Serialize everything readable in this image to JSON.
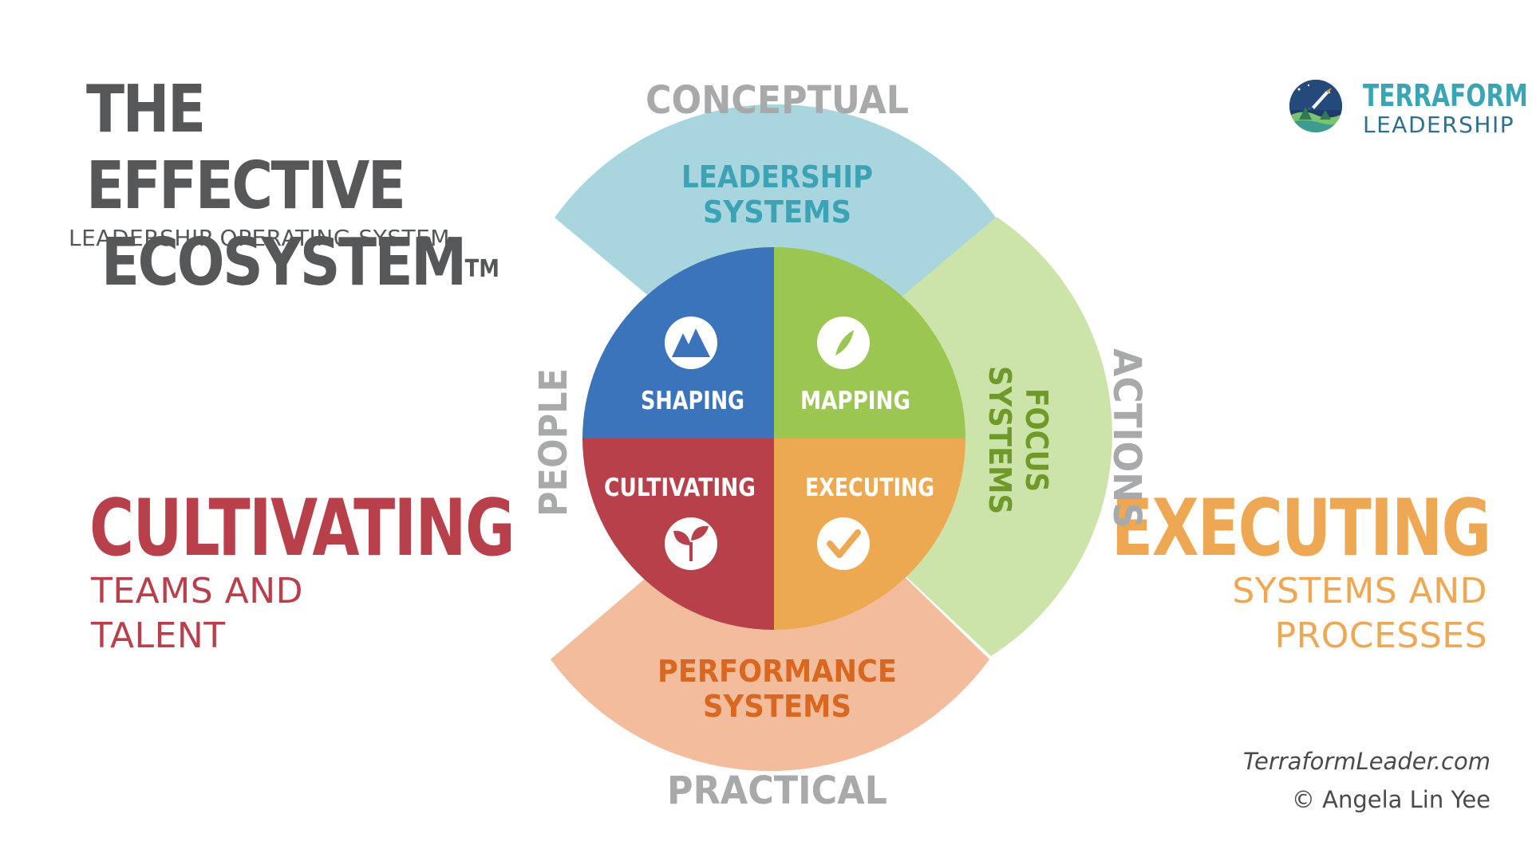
{
  "title": {
    "line1": "THE EFFECTIVE",
    "line2": "ECOSYSTEM",
    "tm": "TM",
    "subtitle": "LEADERSHIP OPERATING SYSTEM"
  },
  "left_callout": {
    "heading": "CULTIVATING",
    "line1": "TEAMS AND",
    "line2": "TALENT"
  },
  "right_callout": {
    "heading": "EXECUTING",
    "line1": "SYSTEMS AND",
    "line2": "PROCESSES"
  },
  "logo": {
    "line1": "TERRAFORM",
    "line2": "LEADERSHIP"
  },
  "credits": {
    "website": "TerraformLeader.com",
    "copyright": "© Angela Lin Yee"
  },
  "axes": {
    "top": "CONCEPTUAL",
    "bottom": "PRACTICAL",
    "left": "PEOPLE",
    "right": "ACTIONS"
  },
  "outer_ring": {
    "top": {
      "line1": "LEADERSHIP",
      "line2": "SYSTEMS",
      "fill": "#a9d5de",
      "text_color": "#3ba3b5"
    },
    "right": {
      "line1": "FOCUS",
      "line2": "SYSTEMS",
      "fill": "#cce3a9",
      "text_color": "#6f9a2a"
    },
    "bottom": {
      "line1": "PERFORMANCE",
      "line2": "SYSTEMS",
      "fill": "#f3bd9d",
      "text_color": "#d9671f"
    }
  },
  "quadrants": [
    {
      "label": "SHAPING",
      "icon": "mountain-icon",
      "color": "#3b74ba"
    },
    {
      "label": "MAPPING",
      "icon": "compass-icon",
      "color": "#9cc652"
    },
    {
      "label": "CULTIVATING",
      "icon": "sprout-icon",
      "color": "#b8404a"
    },
    {
      "label": "EXECUTING",
      "icon": "check-icon",
      "color": "#eda952"
    }
  ],
  "colors": {
    "axis_text": "#a7a9ab",
    "title_text": "#555759"
  }
}
